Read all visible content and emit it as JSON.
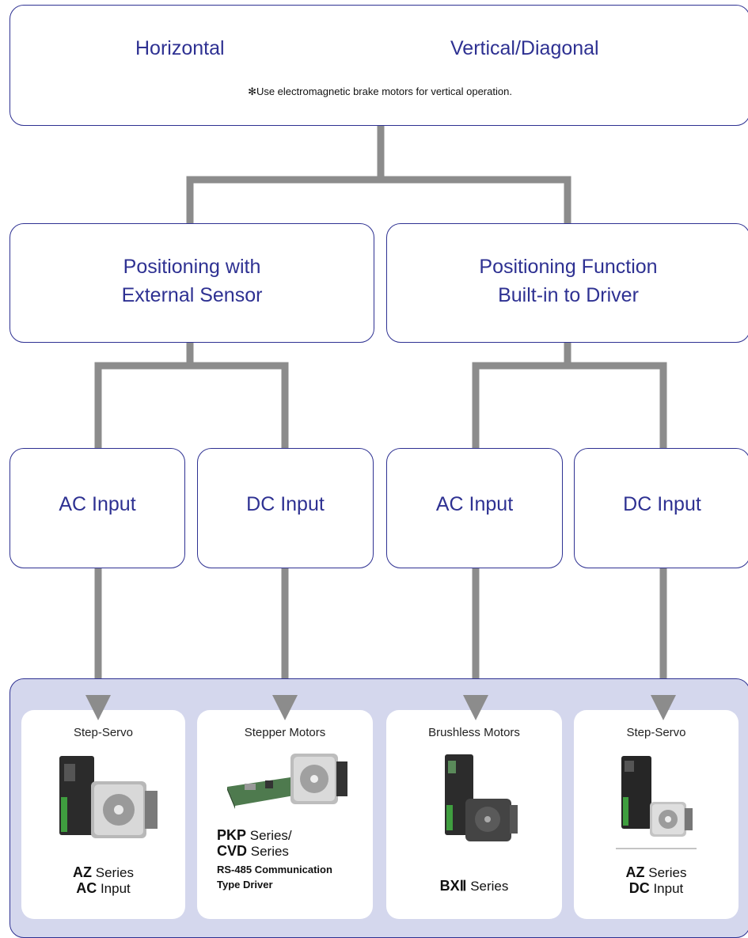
{
  "top": {
    "horizontal": "Horizontal",
    "vertical": "Vertical/Diagonal",
    "note": "✻Use electromagnetic brake motors for vertical operation."
  },
  "positioning": {
    "external": [
      "Positioning with",
      "External Sensor"
    ],
    "builtin": [
      "Positioning Function",
      "Built-in to Driver"
    ]
  },
  "inputs": [
    "AC Input",
    "DC Input",
    "AC Input",
    "DC Input"
  ],
  "products": [
    {
      "category": "Step-Servo",
      "line1_bold": "AZ",
      "line1_rest": " Series",
      "line2_bold": "AC",
      "line2_rest": " Input"
    },
    {
      "category": "Stepper Motors",
      "line1_bold": "PKP",
      "line1_rest": " Series/",
      "line2_bold": "CVD",
      "line2_rest": " Series",
      "sub1": "RS-485 Communication",
      "sub2": "Type Driver"
    },
    {
      "category": "Brushless Motors",
      "line1_bold": "BXⅡ",
      "line1_rest": " Series"
    },
    {
      "category": "Step-Servo",
      "line1_bold": "AZ",
      "line1_rest": " Series",
      "line2_bold": "DC",
      "line2_rest": " Input"
    }
  ],
  "colors": {
    "accent": "#2e3192",
    "connector": "#8c8c8c",
    "panel": "#d4d7ed"
  }
}
